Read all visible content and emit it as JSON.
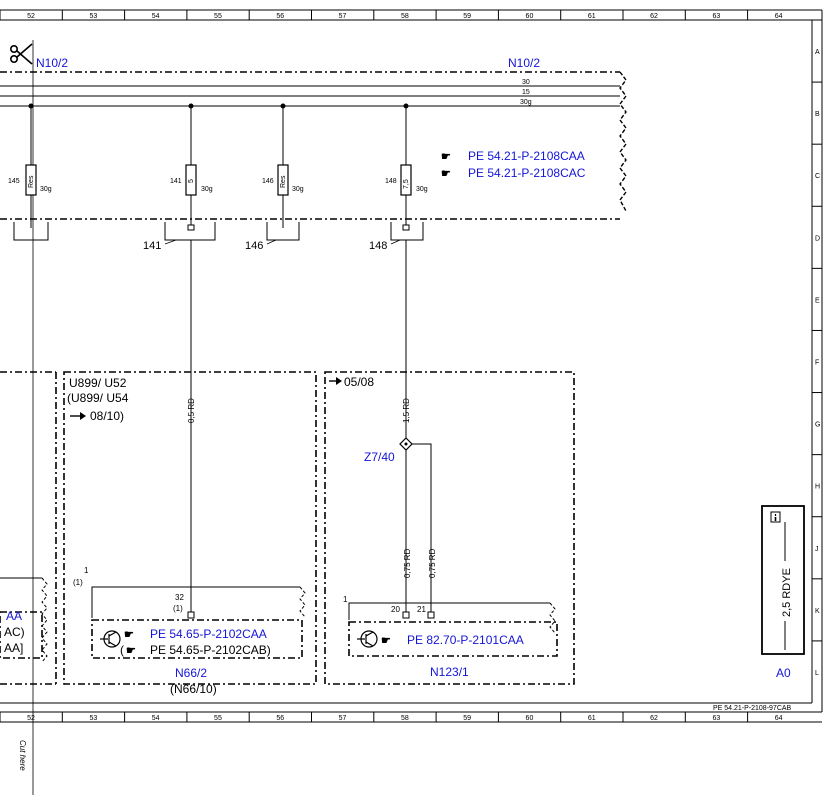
{
  "ruler_top": [
    "52",
    "53",
    "54",
    "55",
    "56",
    "57",
    "58",
    "59",
    "60",
    "61",
    "62",
    "63",
    "64"
  ],
  "ruler_bottom": [
    "52",
    "53",
    "54",
    "55",
    "56",
    "57",
    "58",
    "59",
    "60",
    "61",
    "62",
    "63",
    "64"
  ],
  "ruler_right": [
    "A",
    "B",
    "C",
    "D",
    "E",
    "F",
    "G",
    "H",
    "J",
    "K",
    "L"
  ],
  "header": {
    "left_label": "N10/2",
    "center_label": "N10/2"
  },
  "bus": {
    "line_30": "30",
    "line_15": "15",
    "line_30g": "30g"
  },
  "fuses": [
    {
      "number": "145",
      "rating": "Res",
      "feed": "30g"
    },
    {
      "number": "141",
      "rating": "5",
      "feed": "30g"
    },
    {
      "number": "146",
      "rating": "Res",
      "feed": "30g"
    },
    {
      "number": "148",
      "rating": "7,5",
      "feed": "30g"
    }
  ],
  "connectors": {
    "c141": "141",
    "c146": "146",
    "c148": "148"
  },
  "references": {
    "ref1": "PE 54.21-P-2108CAA",
    "ref2": "PE 54.21-P-2108CAC"
  },
  "module_n66": {
    "variant_line1": "U899/ U52",
    "variant_line2": "(U899/ U54",
    "variant_line3": "08/10)",
    "wire": "0,5 RD",
    "pin_group": "1",
    "pin_group_alt": "(1)",
    "pin": "32",
    "pin_alt": "(1)",
    "ref_main": "PE 54.65-P-2102CAA",
    "ref_alt": "PE 54.65-P-2102CAB)",
    "name": "N66/2",
    "name_alt": "(N66/10)"
  },
  "module_n123": {
    "variant": "05/08",
    "wire_main": "1,5 RD",
    "splice": "Z7/40",
    "wire_a": "0,75 RD",
    "wire_b": "0,75 RD",
    "pin_group": "1",
    "pin_a": "20",
    "pin_b": "21",
    "ref": "PE 82.70-P-2101CAA",
    "name": "N123/1"
  },
  "left_partial": {
    "line1": "AA",
    "line2": "AC)",
    "line3": "AA]"
  },
  "legend_box": {
    "wire": "2,5 RDYE",
    "code": "A0"
  },
  "doc_ref": "PE 54.21-P-2108-97CAB",
  "cut_here": "Cut here",
  "colors": {
    "ink": "#000000",
    "link_blue": "#1414d8",
    "paper": "#ffffff"
  }
}
